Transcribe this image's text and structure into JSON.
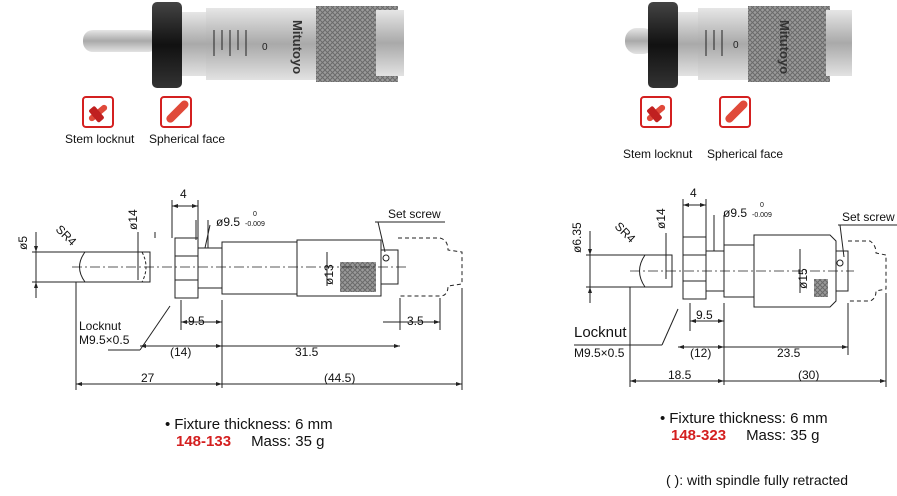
{
  "brand": "Mitutoyo",
  "icons": {
    "stem_locknut": "Stem locknut",
    "spherical_face": "Spherical face"
  },
  "left": {
    "model": "148-133",
    "fixture": "Fixture thickness: 6 mm",
    "mass": "Mass: 35 g",
    "dims": {
      "d_spindle": "ø5",
      "r_tip": "SR4",
      "d_locknut": "ø14",
      "w_locknut": "4",
      "d_stem": "ø9.5",
      "stem_tol_upper": "0",
      "stem_tol_lower": "-0.009",
      "set_screw": "Set screw",
      "d_thimble": "ø13",
      "locknut_label": "Locknut",
      "thread": "M9.5×0.5",
      "d_9_5": "9.5",
      "d_3_5": "3.5",
      "d_14": "(14)",
      "d_31_5": "31.5",
      "d_27": "27",
      "d_44_5": "(44.5)"
    }
  },
  "right": {
    "model": "148-323",
    "fixture": "Fixture thickness: 6 mm",
    "mass": "Mass: 35 g",
    "dims": {
      "d_spindle": "ø6.35",
      "r_tip": "SR4",
      "d_locknut": "ø14",
      "w_locknut": "4",
      "d_stem": "ø9.5",
      "stem_tol_upper": "0",
      "stem_tol_lower": "-0.009",
      "set_screw": "Set screw",
      "d_thimble": "ø15",
      "locknut_label": "Locknut",
      "thread": "M9.5×0.5",
      "d_9_5": "9.5",
      "d_12": "(12)",
      "d_23_5": "23.5",
      "d_18_5": "18.5",
      "d_30": "(30)"
    },
    "footnote": "(  ): with spindle fully retracted"
  },
  "colors": {
    "accent": "#d42020",
    "metal": "#b8b8b8",
    "dark": "#222222"
  }
}
